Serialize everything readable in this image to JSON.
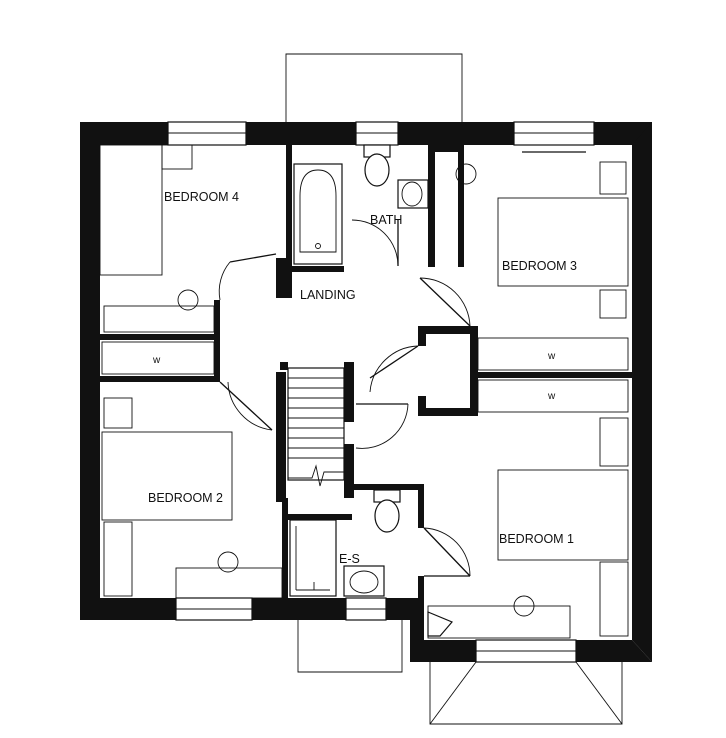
{
  "rooms": {
    "bedroom4": "BEDROOM 4",
    "bath": "BATH",
    "bedroom3": "BEDROOM 3",
    "landing": "LANDING",
    "bedroom2": "BEDROOM 2",
    "es": "E-S",
    "bedroom1": "BEDROOM 1"
  },
  "wardrobes": {
    "w_left": "w",
    "w_right_top": "w",
    "w_right_bottom": "w"
  },
  "colors": {
    "wall": "#111111",
    "background": "#ffffff"
  }
}
